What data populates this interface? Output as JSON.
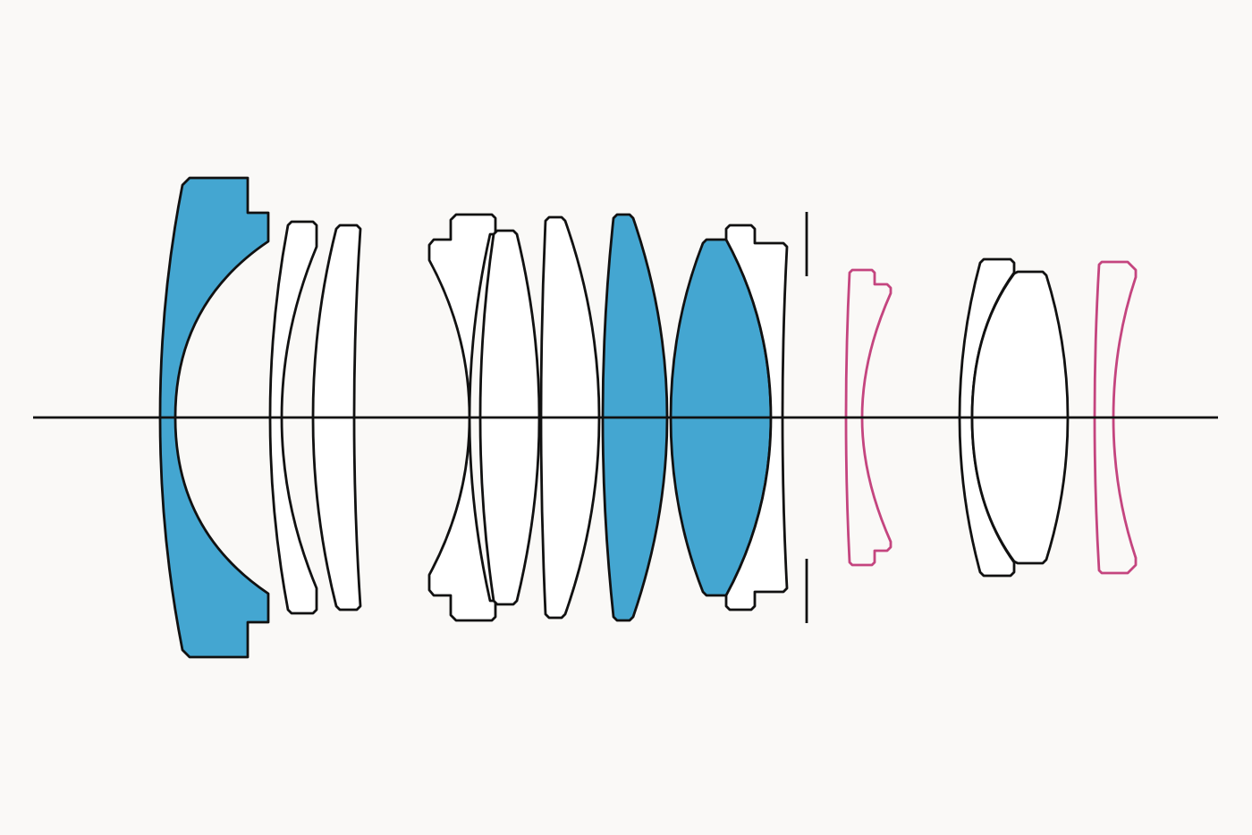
{
  "colors": {
    "background": "#faf9f7",
    "outline": "#111111",
    "lens_fill": "#ffffff",
    "special_element_fill": "#44a6d1",
    "highlight_outline": "#c4457f"
  },
  "elements": [
    {
      "id": 1,
      "kind": "special"
    },
    {
      "id": 2,
      "kind": "standard"
    },
    {
      "id": 3,
      "kind": "standard"
    },
    {
      "id": 4,
      "kind": "standard"
    },
    {
      "id": 5,
      "kind": "standard"
    },
    {
      "id": 6,
      "kind": "standard"
    },
    {
      "id": 7,
      "kind": "special"
    },
    {
      "id": 8,
      "kind": "special"
    },
    {
      "id": 9,
      "kind": "standard"
    },
    {
      "id": 10,
      "kind": "highlight"
    },
    {
      "id": 11,
      "kind": "standard"
    },
    {
      "id": 12,
      "kind": "standard"
    },
    {
      "id": 13,
      "kind": "highlight"
    }
  ]
}
